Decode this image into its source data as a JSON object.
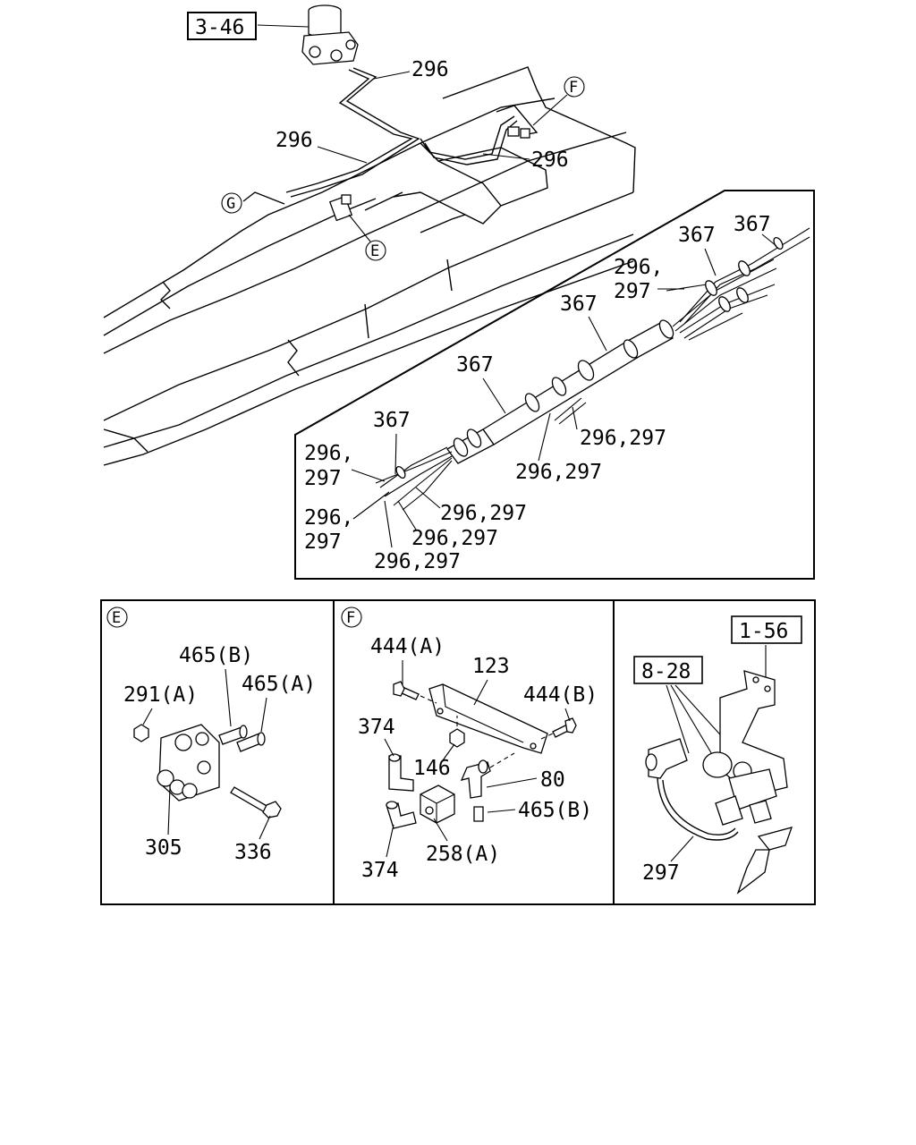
{
  "main": {
    "ref_3_46": "3-46",
    "top_296_a": "296",
    "top_296_b": "296",
    "top_296_c": "296",
    "ref_F": "F",
    "ref_G": "G",
    "ref_E": "E"
  },
  "inset": {
    "l367_a": "367",
    "l367_b": "367",
    "l367_c": "367",
    "l367_d": "367",
    "l367_e": "367",
    "l296_a": "296,",
    "l297_a": "297",
    "l296297_a": "296,297",
    "l296297_b": "296,297",
    "l296_b": "296,",
    "l297_b": "297",
    "l296_c": "296,",
    "l297_c": "297",
    "l296297_c": "296,297",
    "l296297_d": "296,297",
    "l296297_e": "296,297"
  },
  "panel_e": {
    "ref": "E",
    "l465b": "465(B)",
    "l465a": "465(A)",
    "l291a": "291(A)",
    "l305": "305",
    "l336": "336"
  },
  "panel_f": {
    "ref": "F",
    "l444a": "444(A)",
    "l123": "123",
    "l444b": "444(B)",
    "l374_a": "374",
    "l146": "146",
    "l80": "80",
    "l465b": "465(B)",
    "l374_b": "374",
    "l258a": "258(A)"
  },
  "panel_3": {
    "ref_1_56": "1-56",
    "ref_8_28": "8-28",
    "l297": "297"
  }
}
